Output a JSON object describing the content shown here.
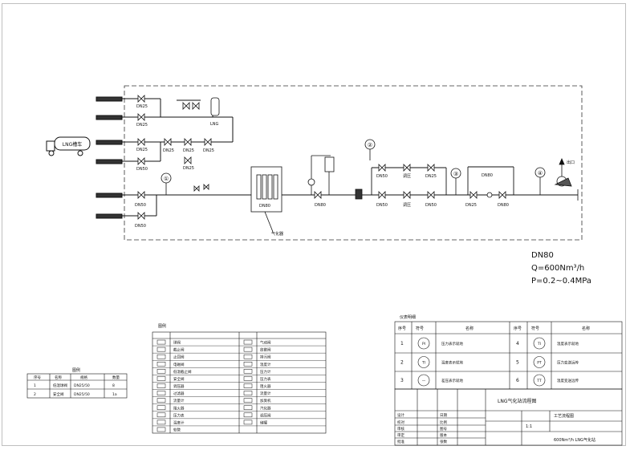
{
  "diagram": {
    "tanker_label": "LNG槽车",
    "valves_top": [
      "DN25",
      "DN25",
      "DN25",
      "DN50"
    ],
    "valves_mid": [
      "DN25",
      "DN25",
      "DN25"
    ],
    "valves_lower": [
      "DN25"
    ],
    "valves_bottom": [
      "DN50",
      "DN50"
    ],
    "tank_label": "LNG",
    "vaporizer_label": "汽化器",
    "vaporizer_note": "气化器",
    "heater_label": "DN80",
    "regulator_labels": [
      "DN50",
      "调压",
      "DN25",
      "DN50",
      "调压",
      "DN50"
    ],
    "meter_label": "DN80",
    "main_labels": [
      "DN80",
      "DN80"
    ],
    "instrument_tags": [
      "①",
      "②",
      "③",
      "④"
    ],
    "outlet_label": "出口"
  },
  "spec": {
    "line1": "DN80",
    "line2": "Q=600Nm³/h",
    "line3": "P=0.2~0.4MPa"
  },
  "small_table": {
    "title": "图例",
    "headers": [
      "序号",
      "名称",
      "规格",
      "数量"
    ],
    "rows": [
      [
        "1",
        "低温球阀",
        "DN25/50",
        "8"
      ],
      [
        "2",
        "安全阀",
        "DN25/50",
        "1a"
      ]
    ]
  },
  "legend": {
    "title": "图例",
    "left_items": [
      "球阀",
      "截止阀",
      "止回阀",
      "电磁阀",
      "低温截止阀",
      "安全阀",
      "调压器",
      "过滤器",
      "流量计",
      "阻火器",
      "压力表",
      "温度计",
      "软管"
    ],
    "right_items": [
      "气动阀",
      "放散阀",
      "排污阀",
      "温度计",
      "压力计",
      "压力表",
      "阻火器",
      "流量计",
      "加臭机",
      "汽化器",
      "调压阀",
      "储罐"
    ]
  },
  "instrument_table": {
    "title": "仪表明细",
    "headers": [
      "序号",
      "符号",
      "名称",
      "序号",
      "符号",
      "名称"
    ],
    "rows": [
      {
        "n1": "1",
        "s1": "PI",
        "name1": "压力表示就地",
        "n2": "4",
        "s2": "TI",
        "name2": "温度表示就地"
      },
      {
        "n1": "2",
        "s1": "TI",
        "name1": "温度表示就地",
        "n2": "5",
        "s2": "PT",
        "name2": "压力变送远传"
      },
      {
        "n1": "3",
        "s1": "—",
        "name1": "差压表示就地",
        "n2": "6",
        "s2": "TT",
        "name2": "温度变送远传"
      }
    ]
  },
  "title_block": {
    "project_title": "LNG气化站流程图",
    "drawing_title": "600Nm³/h LNG气化站",
    "rows_left": [
      "设计",
      "校对",
      "审核",
      "审定",
      "批准"
    ],
    "rows_mid": [
      "日期",
      "比例",
      "图号",
      "版本",
      "张数"
    ],
    "drawing_no": "工艺流程图",
    "scale": "1:1"
  }
}
